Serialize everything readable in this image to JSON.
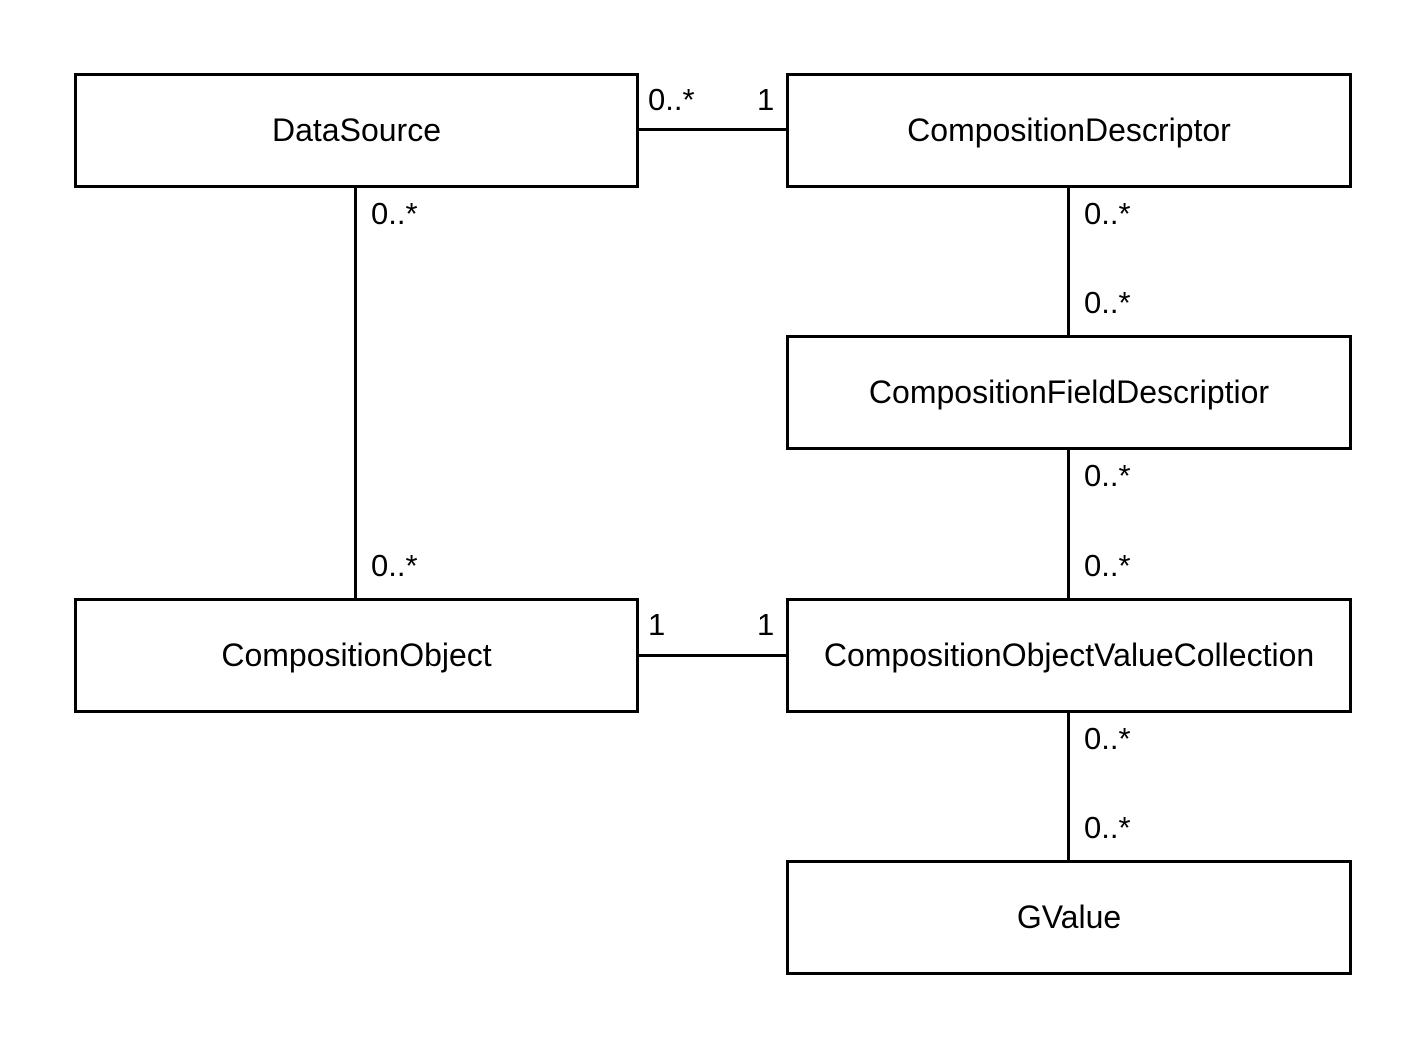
{
  "classes": {
    "datasource": "DataSource",
    "composition_descriptor": "CompositionDescriptor",
    "composition_field_descriptor": "CompositionFieldDescriptior",
    "composition_object": "CompositionObject",
    "composition_object_value_collection": "CompositionObjectValueCollection",
    "gvalue": "GValue"
  },
  "associations": {
    "datasource_descriptor": {
      "source": "0..*",
      "target": "1"
    },
    "datasource_object": {
      "source": "0..*",
      "target": "0..*"
    },
    "descriptor_field": {
      "source": "0..*",
      "target": "0..*"
    },
    "field_valuecollection": {
      "source": "0..*",
      "target": "0..*"
    },
    "object_valuecollection": {
      "source": "1",
      "target": "1"
    },
    "valuecollection_gvalue": {
      "source": "0..*",
      "target": "0..*"
    }
  }
}
